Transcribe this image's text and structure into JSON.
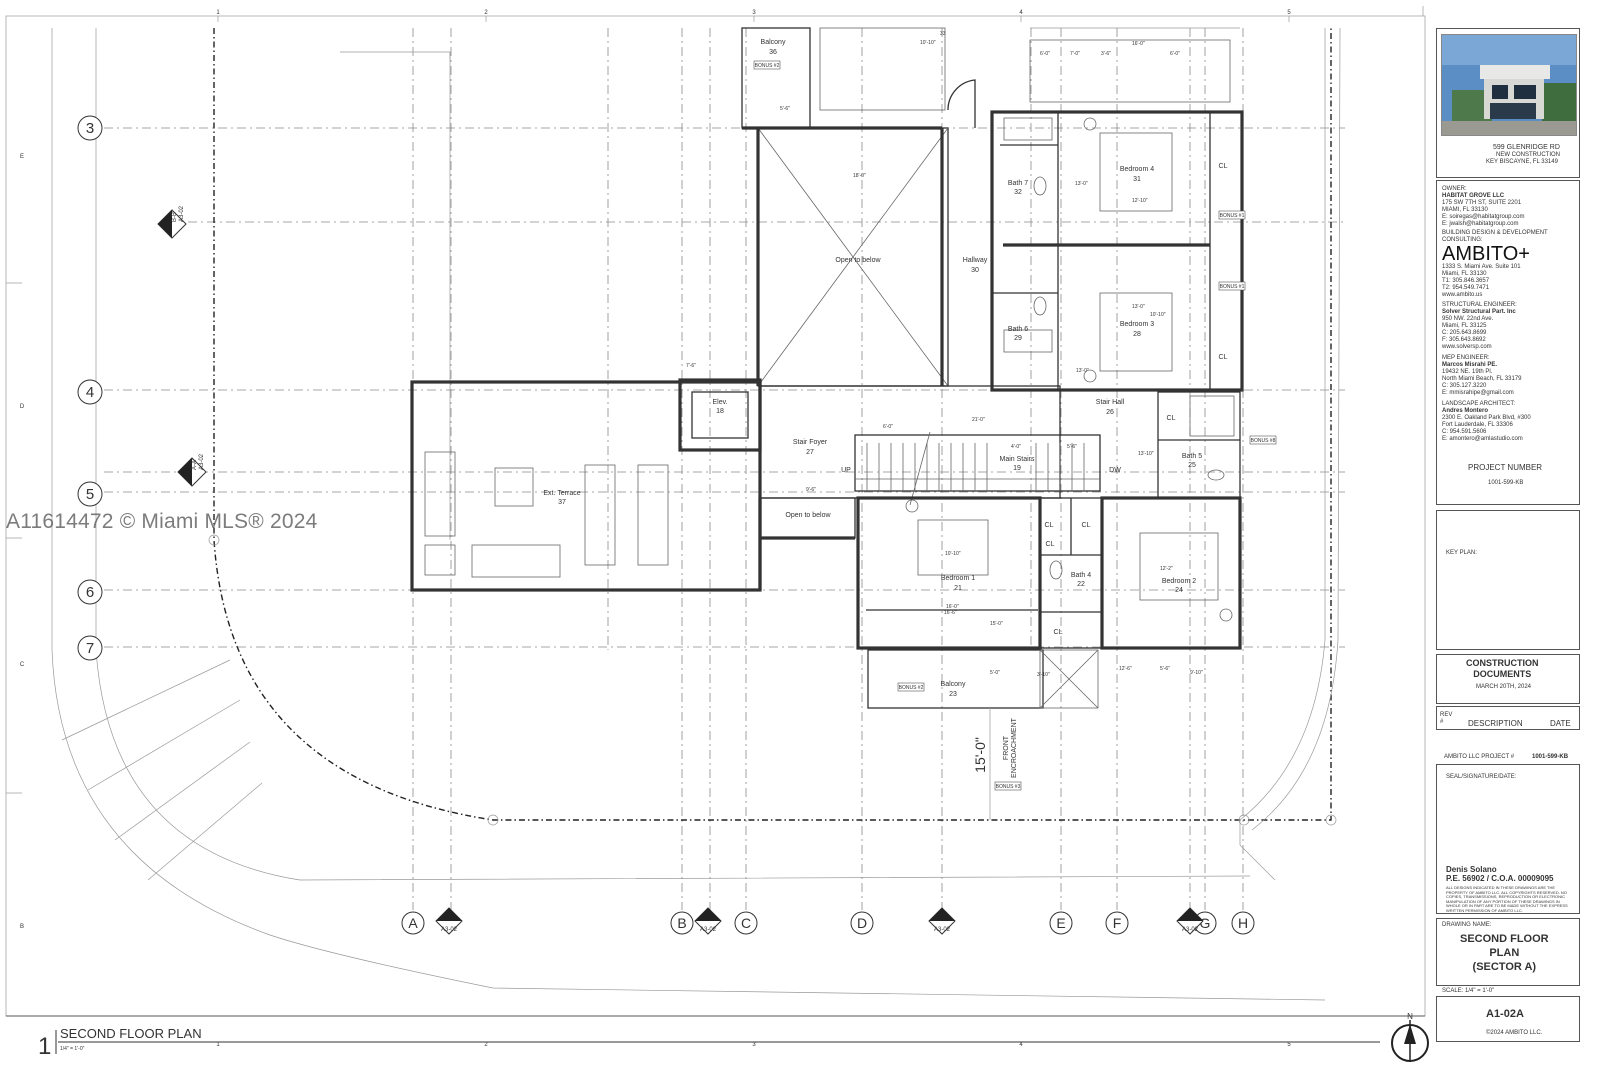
{
  "watermark": "A11614472 © Miami MLS® 2024",
  "grid_rows": [
    "3",
    "4",
    "5",
    "6",
    "7"
  ],
  "grid_cols": [
    "A",
    "B",
    "C",
    "D",
    "E",
    "F",
    "G",
    "H"
  ],
  "top_ruler": [
    "1",
    "2",
    "3",
    "4",
    "5"
  ],
  "side_ruler": [
    "E",
    "D",
    "C",
    "B"
  ],
  "section_tags": [
    "B-B'\nA3-02",
    "A-A'\nA3-02",
    "A3-02",
    "A3-02",
    "A3-02",
    "A3-02"
  ],
  "rooms": [
    {
      "name": "Balcony",
      "num": "36"
    },
    {
      "name": "Open to below",
      "num": ""
    },
    {
      "name": "Hallway",
      "num": "30"
    },
    {
      "name": "Bedroom 4",
      "num": "31"
    },
    {
      "name": "Bath 7",
      "num": "32"
    },
    {
      "name": "Bath 6",
      "num": "29"
    },
    {
      "name": "Bedroom 3",
      "num": "28"
    },
    {
      "name": "Elev.",
      "num": "18"
    },
    {
      "name": "Stair Foyer",
      "num": "27"
    },
    {
      "name": "Stair Hall",
      "num": "26"
    },
    {
      "name": "Ext. Terrace",
      "num": "37"
    },
    {
      "name": "Open to below",
      "num": ""
    },
    {
      "name": "Main Stairs",
      "num": "19"
    },
    {
      "name": "Bath 5",
      "num": "25"
    },
    {
      "name": "Bedroom 1",
      "num": "21"
    },
    {
      "name": "Bath 4",
      "num": "22"
    },
    {
      "name": "Bedroom 2",
      "num": "24"
    },
    {
      "name": "Balcony",
      "num": "23"
    }
  ],
  "closets": [
    "CL",
    "CL",
    "CL",
    "CL",
    "CL",
    "CL",
    "CL"
  ],
  "stair_labels": {
    "up": "UP",
    "dw": "DW"
  },
  "encroachment": {
    "dim": "15'-0\"",
    "text": "FRONT\nENCROACHMENT"
  },
  "bonus_tags": [
    "BONUS #2",
    "BONUS #1",
    "BONUS #1",
    "BONUS #8",
    "BONUS #2",
    "BONUS #3"
  ],
  "dimensions": [
    "10'-10\"",
    "33",
    "18'-0\"",
    "6'-0\"",
    "7'-0\"",
    "3'-6\"",
    "6'-0\"",
    "5'-6\"",
    "16'-0\"",
    "12'-10\"",
    "13'-0\"",
    "10'-10\"",
    "13'-0\"",
    "7'-6\"",
    "6'-0\"",
    "9'-6\"",
    "4'-0\"",
    "5'-6\"",
    "10'-10\"",
    "12'-2\"",
    "16'-0\"",
    "15'-0\"",
    "5'-0\"",
    "12'-6\"",
    "5'-6\"",
    "3'-10\"",
    "9'-10\"",
    "13'-0\"",
    "13'-10\"",
    "16'-6\"",
    "21'-0\""
  ],
  "drawing_title": {
    "num": "1",
    "name": "SECOND FLOOR PLAN",
    "scale": "1/4\" = 1'-0\""
  },
  "north": "N",
  "title_block": {
    "address": [
      "599 GLENRIDGE RD",
      "NEW CONSTRUCTION",
      "KEY BISCAYNE, FL 33149"
    ],
    "owner": {
      "label": "OWNER:",
      "name": "HABITAT GROVE LLC",
      "lines": [
        "175 SW 7TH ST, SUITE 2201",
        "MIAMI, FL 33130",
        "E: soiregas@habitatgroup.com",
        "E: jwalsh@habitatgroup.com"
      ]
    },
    "design": {
      "label": "BUILDING DESIGN & DEVELOPMENT\nCONSULTING:",
      "logo": "AMBITO+",
      "lines": [
        "1333 S. Miami Ave. Suite 101",
        "Miami, FL 33130",
        "T1: 305.846.3657",
        "T2: 954.549.7471",
        "www.ambito.us"
      ]
    },
    "structural": {
      "label": "STRUCTURAL ENGINEER:",
      "name": "Solver Structural Part. Inc",
      "lines": [
        "950 NW. 22nd Ave.",
        "Miami, FL 33125",
        "C: 205.643.8699",
        "F: 305.643.8692",
        "www.solversp.com"
      ]
    },
    "mep": {
      "label": "MEP ENGINEER:",
      "name": "Marcos Misrahi PE.",
      "lines": [
        "19432 NE. 19th Pl.",
        "North Miami Beach, FL 33179",
        "C: 305.127.3220",
        "E: mmisrahipe@gmail.com"
      ]
    },
    "landscape": {
      "label": "LANDSCAPE ARCHITECT:",
      "name": "Andres Montero",
      "lines": [
        "2300 E. Oakland Park Blvd, #300",
        "Fort Lauderdale, FL 33306",
        "C: 954.591.5606",
        "E: amontero@amlastudio.com"
      ]
    },
    "project_number_label": "PROJECT NUMBER",
    "project_number": "1001-599-KB",
    "key_plan": "KEY PLAN:",
    "status": "CONSTRUCTION\nDOCUMENTS",
    "date": "MARCH 20TH, 2024",
    "rev_headers": [
      "REV\n#",
      "DESCRIPTION",
      "DATE"
    ],
    "ambito_project_label": "AMBITO LLC PROJECT #",
    "ambito_project": "1001-599-KB",
    "seal": "SEAL/SIGNATURE/DATE:",
    "engineer": "Denis Solano",
    "pe": "P.E. 56902 / C.O.A. 00009095",
    "disclaimer": "ALL DESIGNS INDICATED IN THESE DRAWINGS ARE THE\nPROPERTY OF AMBITO LLC. ALL COPYRIGHTS RESERVED. NO\nCOPIES, TRANSMISSIONS, REPRODUCTION OR ELECTRONIC\nMANIPULATION OF ANY PORTION OF THESE DRAWINGS IN\nWHOLE OR IN PART ARE TO BE MADE WITHOUT THE EXPRESS\nWRITTEN PERMISSION OF AMBITO LLC.",
    "drawing_name_label": "DRAWING NAME:",
    "drawing_name": "SECOND FLOOR\nPLAN\n(SECTOR A)",
    "scale_label": "SCALE: 1/4\" = 1'-0\"",
    "sheet": "A1-02A",
    "copyright": "©2024 AMBITO LLC."
  }
}
